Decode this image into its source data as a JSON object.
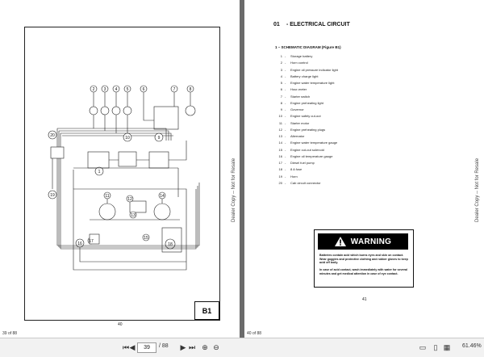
{
  "left_page": {
    "figure_label": "B1",
    "page_number": "40",
    "footer_page_count": "39 of 88",
    "component_labels": [
      "1",
      "2",
      "3",
      "4",
      "5",
      "6",
      "7",
      "8",
      "9",
      "10",
      "11",
      "12",
      "13",
      "14",
      "15",
      "16",
      "17",
      "18",
      "19",
      "20"
    ]
  },
  "right_page": {
    "section_number": "01",
    "section_title": "-  ELECTRICAL CIRCUIT",
    "schematic_heading": "1 –  SCHEMATIC DIAGRAM (Figure B1)",
    "legend": [
      {
        "num": "1",
        "text": "Storage battery"
      },
      {
        "num": "2",
        "text": "Horn control"
      },
      {
        "num": "3",
        "text": "Engine oil  pressure indicator light"
      },
      {
        "num": "4",
        "text": "Battery charge light"
      },
      {
        "num": "5",
        "text": "Engine water temperature light"
      },
      {
        "num": "6",
        "text": "Hour-meter"
      },
      {
        "num": "7",
        "text": "Starter switch"
      },
      {
        "num": "8",
        "text": "Engine preheating light"
      },
      {
        "num": "9",
        "text": "Governor"
      },
      {
        "num": "10",
        "text": "Engine safety cut-out"
      },
      {
        "num": "11",
        "text": "Starter motor"
      },
      {
        "num": "12",
        "text": "Engine preheating plugs"
      },
      {
        "num": "13",
        "text": "Alternator"
      },
      {
        "num": "14",
        "text": "Engine water temperature gauge"
      },
      {
        "num": "15",
        "text": "Engine cut-out solenoid"
      },
      {
        "num": "16",
        "text": "Engine oil temperature gauge"
      },
      {
        "num": "17",
        "text": "Diesel fuel pump"
      },
      {
        "num": "18",
        "text": "8 A fuse"
      },
      {
        "num": "19",
        "text": "Horn"
      },
      {
        "num": "20",
        "text": "Cab circuit connector"
      }
    ],
    "warning": {
      "title": "WARNING",
      "text1": "Batteries contain acid which burns eyes and skin on contact. Wear goggles and protective clothing and rubber gloves to keep acid off body.",
      "text2": "In case of acid contact, wash immediately with water for several minutes and get medical attention in case of eye contact."
    },
    "page_number": "41",
    "footer_page_count": "40 of 88"
  },
  "watermark": "Dealer Copy -- Not for Resale",
  "toolbar": {
    "current_page": "39",
    "total_pages": "/ 88",
    "zoom": "61.46%"
  }
}
